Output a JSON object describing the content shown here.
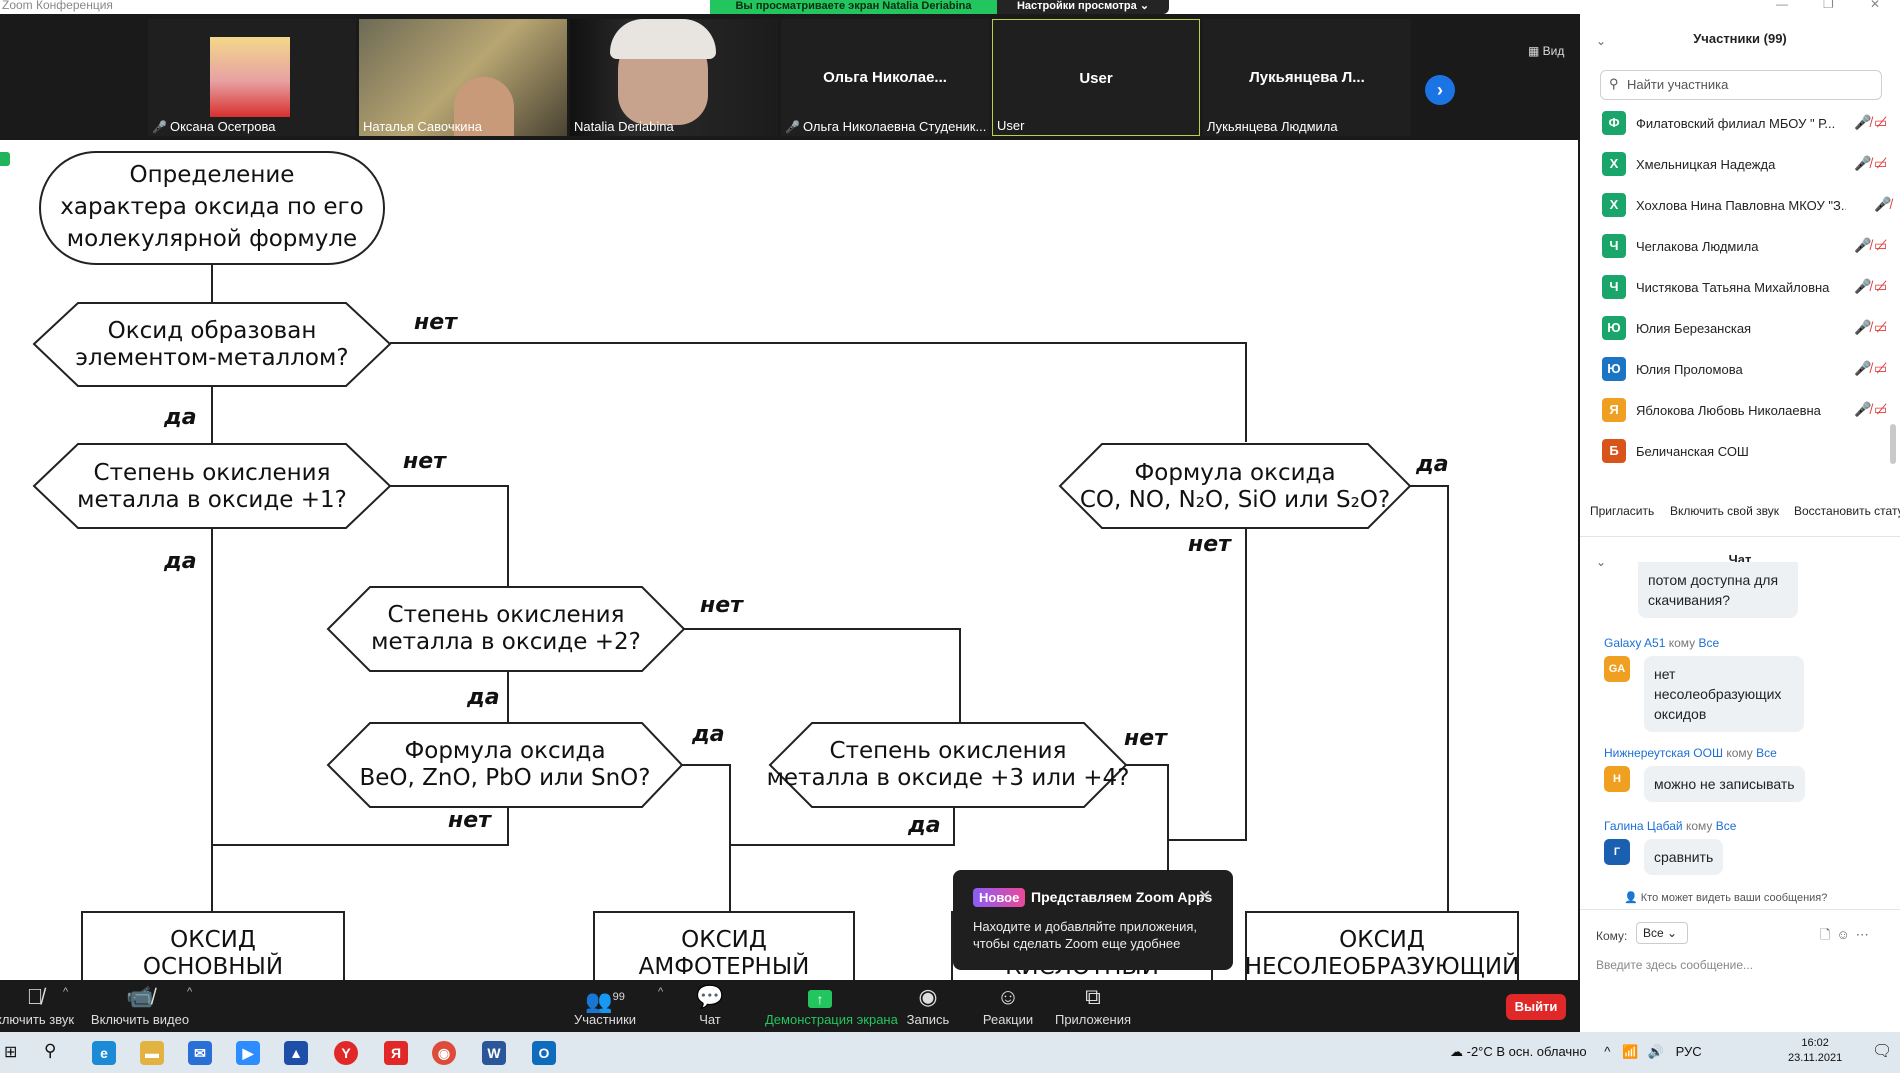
{
  "window": {
    "app_title": "Zoom Конференция",
    "share_banner": "Вы просматриваете экран Natalia Deriabina",
    "view_settings": "Настройки просмотра ⌄"
  },
  "video": {
    "view_button": "Вид",
    "tiles": [
      {
        "name": "Оксана Осетрова",
        "muted": true
      },
      {
        "name": "Наталья Савочкина",
        "muted": false
      },
      {
        "name": "Natalia Deriabina",
        "muted": false
      },
      {
        "name": "Ольга Николаевна Студеник...",
        "big": "Ольга  Николае...",
        "muted": true
      },
      {
        "name": "User",
        "big": "User",
        "muted": false
      },
      {
        "name": "Лукьянцева Людмила",
        "big": "Лукьянцева  Л...",
        "muted": false
      }
    ]
  },
  "flowchart": {
    "start": [
      "Определение",
      "характера оксида по его",
      "молекулярной формуле"
    ],
    "q1": [
      "Оксид образован",
      "элементом-металлом?"
    ],
    "q2": [
      "Степень окисления",
      "металла в оксиде +1?"
    ],
    "q3": [
      "Степень окисления",
      "металла в оксиде +2?"
    ],
    "q4": [
      "Формула оксида",
      "BeO, ZnO, PbO или SnO?"
    ],
    "q5": [
      "Степень окисления",
      "металла в оксиде +3 или +4?"
    ],
    "q6": [
      "Формула оксида",
      "CO, NO, N₂O, SiO или S₂O?"
    ],
    "yes": "да",
    "no": "нет",
    "r1": [
      "ОКСИД",
      "ОСНОВНЫЙ"
    ],
    "r2": [
      "ОКСИД",
      "АМФОТЕРНЫЙ"
    ],
    "r3": [
      "КИСЛОТНЫЙ"
    ],
    "r4": [
      "ОКСИД",
      "НЕСОЛЕОБРАЗУЮЩИЙ"
    ]
  },
  "tooltip": {
    "badge": "Новое",
    "title": "Представляем Zoom Apps",
    "body": "Находите и добавляйте приложения, чтобы сделать Zoom еще удобнее"
  },
  "toolbar": {
    "audio": "ключить звук",
    "video": "Включить видео",
    "participants": "Участники",
    "participants_count": "99",
    "chat": "Чат",
    "share": "Демонстрация экрана",
    "record": "Запись",
    "reactions": "Реакции",
    "apps": "Приложения",
    "leave": "Выйти"
  },
  "participants": {
    "header": "Участники (99)",
    "search_placeholder": "Найти участника",
    "list": [
      {
        "initial": "Ф",
        "name": "Филатовский филиал МБОУ \" Р...",
        "color": "#1aa56a",
        "video_off": true
      },
      {
        "initial": "Х",
        "name": "Хмельницкая Надежда",
        "color": "#1aa56a",
        "video_off": true
      },
      {
        "initial": "Х",
        "name": "Хохлова Нина Павловна МКОУ \"З...",
        "color": "#1aa56a",
        "video_off": false
      },
      {
        "initial": "Ч",
        "name": "Чеглакова Людмила",
        "color": "#1aa56a",
        "video_off": true
      },
      {
        "initial": "Ч",
        "name": "Чистякова Татьяна Михайловна",
        "color": "#1aa56a",
        "video_off": true
      },
      {
        "initial": "Ю",
        "name": "Юлия Березанская",
        "color": "#1aa56a",
        "video_off": true
      },
      {
        "initial": "Ю",
        "name": "Юлия Проломова",
        "color": "#1b74c4",
        "video_off": true
      },
      {
        "initial": "Я",
        "name": "Яблокова Любовь Николаевна",
        "color": "#f0a020",
        "video_off": true
      },
      {
        "initial": "Б",
        "name": "Беличанская СОШ",
        "color": "#d9541a",
        "video_off": false
      }
    ],
    "actions": [
      "Пригласить",
      "Включить свой звук",
      "Восстановить стату"
    ]
  },
  "chat": {
    "header": "Чат",
    "partial_msg": "потом доступна для скачивания?",
    "messages": [
      {
        "from": "Galaxy A51",
        "to_word": "кому",
        "to": "Все",
        "avatar": "GA",
        "color": "#f0a020",
        "text": "нет несолеобразующих оксидов"
      },
      {
        "from": "Нижнереутская ООШ",
        "to_word": "кому",
        "to": "Все",
        "avatar": "Н",
        "color": "#f0a020",
        "text": "можно не записывать"
      },
      {
        "from": "Галина Цабай",
        "to_word": "кому",
        "to": "Все",
        "avatar": "Г",
        "color": "#1b5fb0",
        "text": "сравнить"
      }
    ],
    "who_sees": "Кто может видеть ваши сообщения?",
    "to_label": "Кому:",
    "to_value": "Все",
    "input_placeholder": "Введите здесь сообщение..."
  },
  "taskbar": {
    "weather": "-2°C  В осн. облачно",
    "lang": "РУС",
    "time": "16:02",
    "date": "23.11.2021"
  }
}
